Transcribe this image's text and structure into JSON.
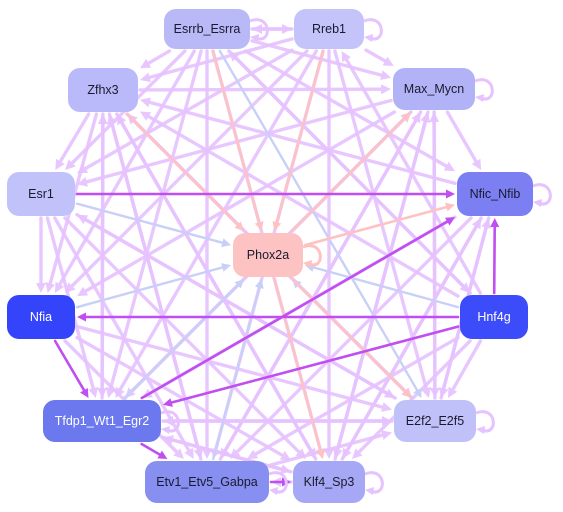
{
  "colors": {
    "edge_strong": "#c04ef0",
    "edge_light": "#e6c2ff",
    "edge_pink": "#ffc2c2",
    "edge_blue": "#c8d0f8"
  },
  "nodes": [
    {
      "id": "esrrb",
      "label": "Esrrb_Esrra",
      "color": "#b9b9f8",
      "dark": false
    },
    {
      "id": "rreb1",
      "label": "Rreb1",
      "color": "#c4c4fa",
      "dark": false
    },
    {
      "id": "zfhx3",
      "label": "Zfhx3",
      "color": "#babafa",
      "dark": false
    },
    {
      "id": "max",
      "label": "Max_Mycn",
      "color": "#b2b2f6",
      "dark": false
    },
    {
      "id": "esr1",
      "label": "Esr1",
      "color": "#c2c2fa",
      "dark": false
    },
    {
      "id": "nfic",
      "label": "Nfic_Nfib",
      "color": "#7b7ff2",
      "dark": false
    },
    {
      "id": "phox2a",
      "label": "Phox2a",
      "color": "#fdc3c3",
      "dark": false
    },
    {
      "id": "nfia",
      "label": "Nfia",
      "color": "#3344fb",
      "dark": true
    },
    {
      "id": "hnf4g",
      "label": "Hnf4g",
      "color": "#3d4cfa",
      "dark": true
    },
    {
      "id": "tfdp1",
      "label": "Tfdp1_Wt1_Egr2",
      "color": "#6b78ee",
      "dark": true
    },
    {
      "id": "e2f2",
      "label": "E2f2_E2f5",
      "color": "#c1c1fa",
      "dark": false
    },
    {
      "id": "etv1",
      "label": "Etv1_Etv5_Gabpa",
      "color": "#8790f0",
      "dark": false
    },
    {
      "id": "klf4",
      "label": "Klf4_Sp3",
      "color": "#a6a8f6",
      "dark": false
    }
  ],
  "edges": [
    {
      "from": "hnf4g",
      "to": "nfia",
      "style": "strong"
    },
    {
      "from": "hnf4g",
      "to": "nfic",
      "style": "strong"
    },
    {
      "from": "hnf4g",
      "to": "tfdp1",
      "style": "strong"
    },
    {
      "from": "tfdp1",
      "to": "nfic",
      "style": "strong"
    },
    {
      "from": "esr1",
      "to": "nfic",
      "style": "strong"
    },
    {
      "from": "nfia",
      "to": "tfdp1",
      "style": "strong"
    },
    {
      "from": "tfdp1",
      "to": "etv1",
      "style": "strong"
    },
    {
      "from": "etv1",
      "to": "klf4",
      "style": "strong"
    },
    {
      "from": "esrrb",
      "to": "phox2a",
      "style": "pink"
    },
    {
      "from": "rreb1",
      "to": "phox2a",
      "style": "pink"
    },
    {
      "from": "zfhx3",
      "to": "phox2a",
      "style": "pink"
    },
    {
      "from": "phox2a",
      "to": "max",
      "style": "pink"
    },
    {
      "from": "phox2a",
      "to": "nfic",
      "style": "pink"
    },
    {
      "from": "phox2a",
      "to": "e2f2",
      "style": "pink"
    },
    {
      "from": "phox2a",
      "to": "klf4",
      "style": "pink"
    },
    {
      "from": "nfia",
      "to": "phox2a",
      "style": "blue"
    },
    {
      "from": "hnf4g",
      "to": "phox2a",
      "style": "blue"
    },
    {
      "from": "esr1",
      "to": "phox2a",
      "style": "blue"
    },
    {
      "from": "tfdp1",
      "to": "phox2a",
      "style": "blue"
    },
    {
      "from": "etv1",
      "to": "phox2a",
      "style": "blue"
    },
    {
      "from": "e2f2",
      "to": "phox2a",
      "style": "blue"
    },
    {
      "from": "esrrb",
      "to": "e2f2",
      "style": "blue"
    },
    {
      "from": "esrrb",
      "to": "rreb1",
      "style": "light"
    },
    {
      "from": "rreb1",
      "to": "esrrb",
      "style": "light"
    },
    {
      "from": "esrrb",
      "to": "zfhx3",
      "style": "light"
    },
    {
      "from": "esrrb",
      "to": "max",
      "style": "light"
    },
    {
      "from": "esrrb",
      "to": "esr1",
      "style": "light"
    },
    {
      "from": "esrrb",
      "to": "nfic",
      "style": "light"
    },
    {
      "from": "esrrb",
      "to": "nfia",
      "style": "light"
    },
    {
      "from": "esrrb",
      "to": "hnf4g",
      "style": "light"
    },
    {
      "from": "esrrb",
      "to": "tfdp1",
      "style": "light"
    },
    {
      "from": "esrrb",
      "to": "etv1",
      "style": "light"
    },
    {
      "from": "esrrb",
      "to": "klf4",
      "style": "light"
    },
    {
      "from": "rreb1",
      "to": "zfhx3",
      "style": "light"
    },
    {
      "from": "rreb1",
      "to": "max",
      "style": "light"
    },
    {
      "from": "rreb1",
      "to": "esr1",
      "style": "light"
    },
    {
      "from": "rreb1",
      "to": "nfia",
      "style": "light"
    },
    {
      "from": "rreb1",
      "to": "tfdp1",
      "style": "light"
    },
    {
      "from": "rreb1",
      "to": "e2f2",
      "style": "light"
    },
    {
      "from": "rreb1",
      "to": "etv1",
      "style": "light"
    },
    {
      "from": "rreb1",
      "to": "klf4",
      "style": "light"
    },
    {
      "from": "zfhx3",
      "to": "max",
      "style": "light"
    },
    {
      "from": "zfhx3",
      "to": "esr1",
      "style": "light"
    },
    {
      "from": "zfhx3",
      "to": "nfia",
      "style": "light"
    },
    {
      "from": "zfhx3",
      "to": "tfdp1",
      "style": "light"
    },
    {
      "from": "zfhx3",
      "to": "e2f2",
      "style": "light"
    },
    {
      "from": "zfhx3",
      "to": "etv1",
      "style": "light"
    },
    {
      "from": "zfhx3",
      "to": "klf4",
      "style": "light"
    },
    {
      "from": "max",
      "to": "esr1",
      "style": "light"
    },
    {
      "from": "max",
      "to": "nfic",
      "style": "light"
    },
    {
      "from": "max",
      "to": "nfia",
      "style": "light"
    },
    {
      "from": "max",
      "to": "tfdp1",
      "style": "light"
    },
    {
      "from": "max",
      "to": "e2f2",
      "style": "light"
    },
    {
      "from": "max",
      "to": "etv1",
      "style": "light"
    },
    {
      "from": "max",
      "to": "klf4",
      "style": "light"
    },
    {
      "from": "esr1",
      "to": "nfia",
      "style": "light"
    },
    {
      "from": "esr1",
      "to": "tfdp1",
      "style": "light"
    },
    {
      "from": "esr1",
      "to": "e2f2",
      "style": "light"
    },
    {
      "from": "esr1",
      "to": "etv1",
      "style": "light"
    },
    {
      "from": "esr1",
      "to": "klf4",
      "style": "light"
    },
    {
      "from": "nfic",
      "to": "zfhx3",
      "style": "light"
    },
    {
      "from": "nfic",
      "to": "tfdp1",
      "style": "light"
    },
    {
      "from": "nfic",
      "to": "etv1",
      "style": "light"
    },
    {
      "from": "nfic",
      "to": "e2f2",
      "style": "light"
    },
    {
      "from": "nfic",
      "to": "klf4",
      "style": "light"
    },
    {
      "from": "nfia",
      "to": "e2f2",
      "style": "light"
    },
    {
      "from": "nfia",
      "to": "etv1",
      "style": "light"
    },
    {
      "from": "nfia",
      "to": "klf4",
      "style": "light"
    },
    {
      "from": "hnf4g",
      "to": "zfhx3",
      "style": "light"
    },
    {
      "from": "hnf4g",
      "to": "esrrb",
      "style": "light"
    },
    {
      "from": "hnf4g",
      "to": "rreb1",
      "style": "light"
    },
    {
      "from": "hnf4g",
      "to": "e2f2",
      "style": "light"
    },
    {
      "from": "hnf4g",
      "to": "etv1",
      "style": "light"
    },
    {
      "from": "hnf4g",
      "to": "klf4",
      "style": "light"
    },
    {
      "from": "tfdp1",
      "to": "e2f2",
      "style": "light"
    },
    {
      "from": "tfdp1",
      "to": "klf4",
      "style": "light"
    },
    {
      "from": "tfdp1",
      "to": "max",
      "style": "light"
    },
    {
      "from": "tfdp1",
      "to": "zfhx3",
      "style": "light"
    },
    {
      "from": "e2f2",
      "to": "tfdp1",
      "style": "light"
    },
    {
      "from": "e2f2",
      "to": "max",
      "style": "light"
    },
    {
      "from": "e2f2",
      "to": "nfic",
      "style": "light"
    },
    {
      "from": "e2f2",
      "to": "zfhx3",
      "style": "light"
    },
    {
      "from": "e2f2",
      "to": "esr1",
      "style": "light"
    },
    {
      "from": "etv1",
      "to": "e2f2",
      "style": "light"
    },
    {
      "from": "etv1",
      "to": "max",
      "style": "light"
    },
    {
      "from": "etv1",
      "to": "zfhx3",
      "style": "light"
    },
    {
      "from": "klf4",
      "to": "etv1",
      "style": "light"
    },
    {
      "from": "klf4",
      "to": "tfdp1",
      "style": "light"
    },
    {
      "from": "klf4",
      "to": "max",
      "style": "light"
    },
    {
      "from": "klf4",
      "to": "zfhx3",
      "style": "light"
    },
    {
      "from": "klf4",
      "to": "nfic",
      "style": "light"
    }
  ],
  "self_loops": [
    "esrrb",
    "rreb1",
    "max",
    "nfic",
    "tfdp1",
    "e2f2",
    "etv1",
    "klf4",
    "phox2a"
  ]
}
